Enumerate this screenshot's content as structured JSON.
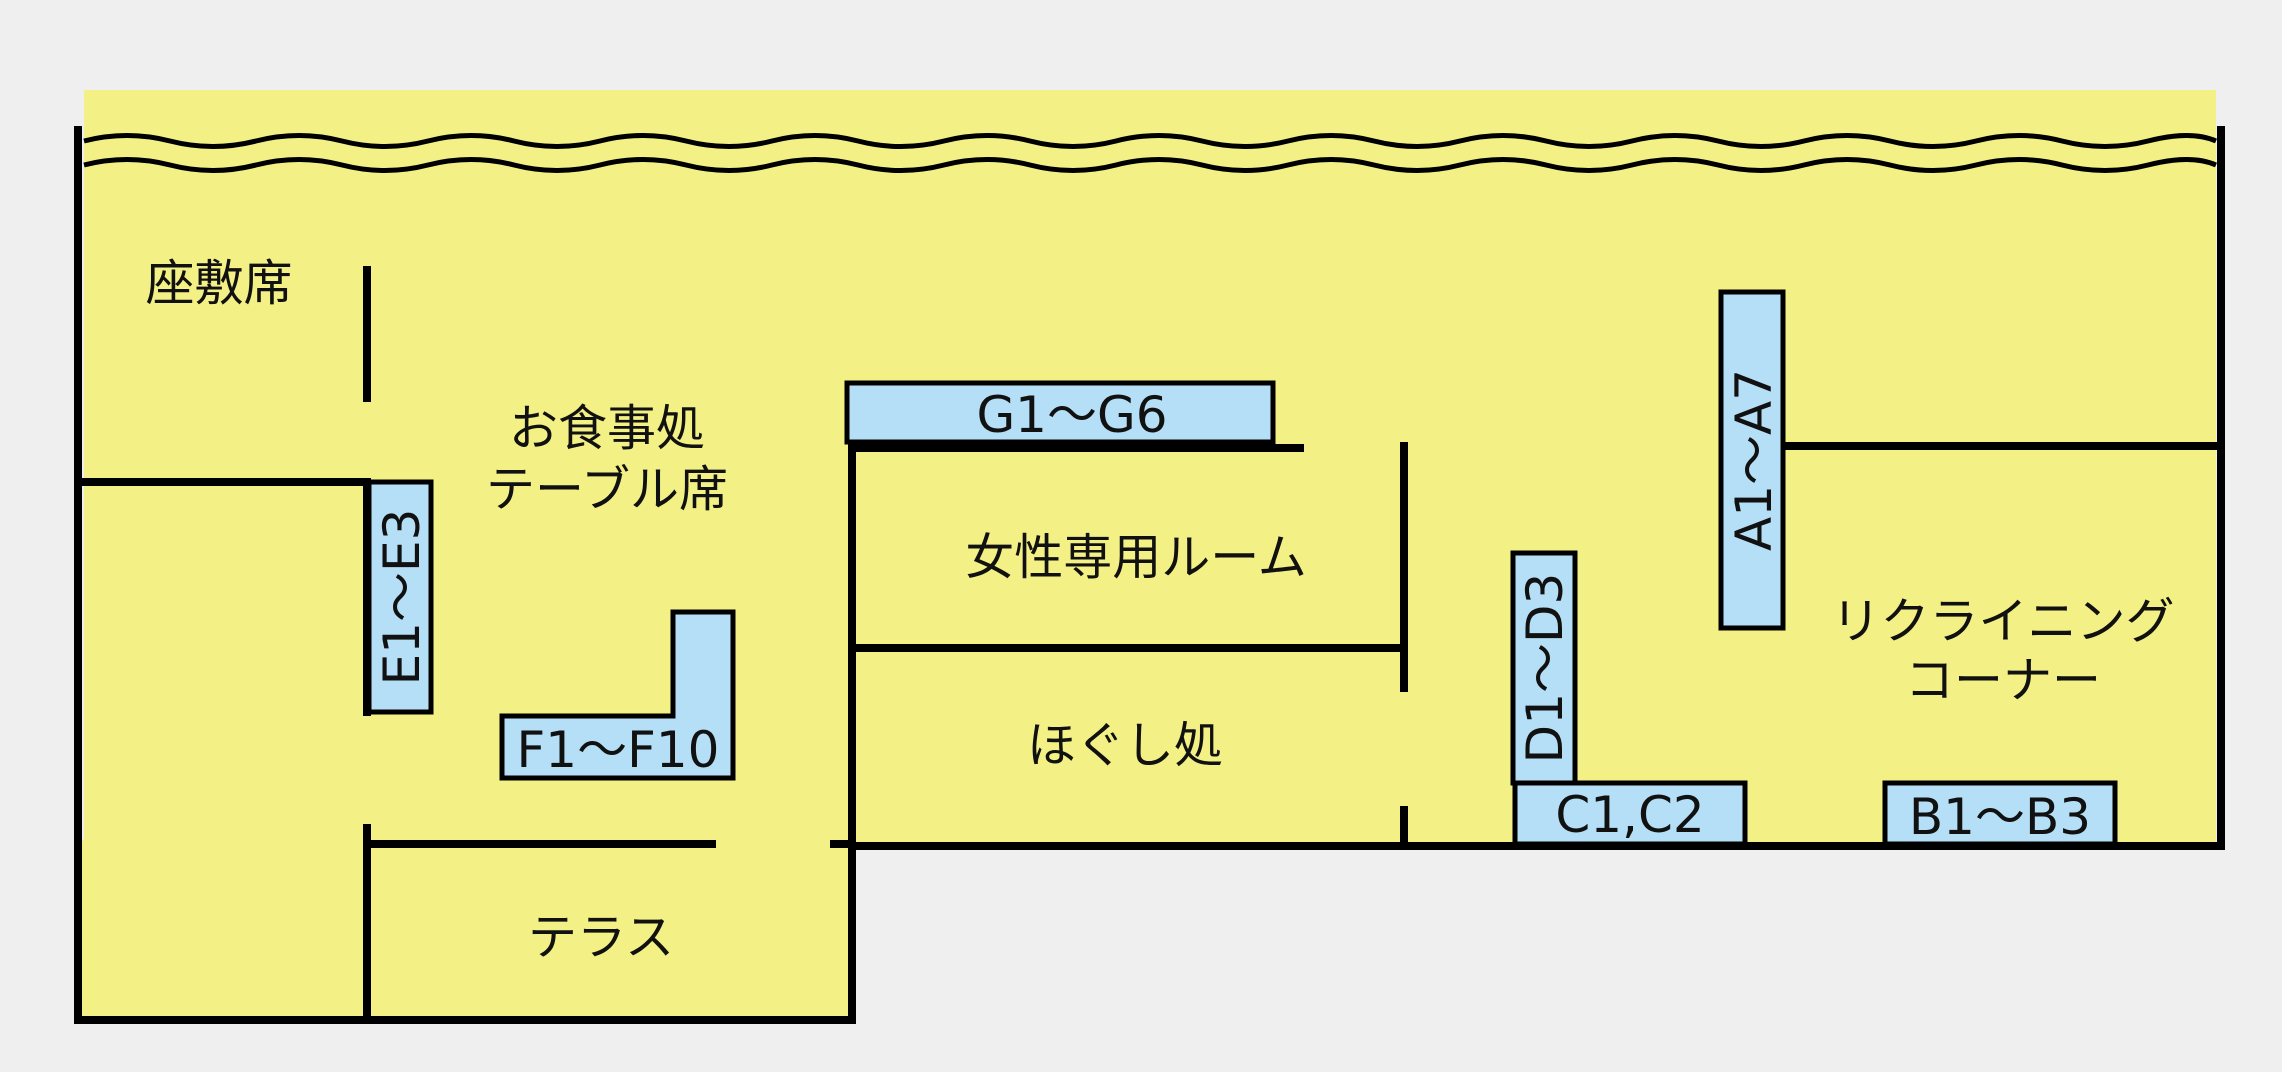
{
  "colors": {
    "background": "#efefef",
    "floor": "#f3f185",
    "seat_block": "#b5dff6",
    "wall": "#000000",
    "text": "#111111"
  },
  "rooms": {
    "zashiki": "座敷席",
    "dining_line1": "お食事処",
    "dining_line2": "テーブル席",
    "womens_room": "女性専用ルーム",
    "massage": "ほぐし処",
    "terrace": "テラス",
    "reclining_line1": "リクライニング",
    "reclining_line2": "コーナー"
  },
  "seats": {
    "a": "A1～A7",
    "b": "B1～B3",
    "c": "C1,C2",
    "d": "D1～D3",
    "e": "E1～E3",
    "f": "F1～F10",
    "g": "G1～G6"
  }
}
